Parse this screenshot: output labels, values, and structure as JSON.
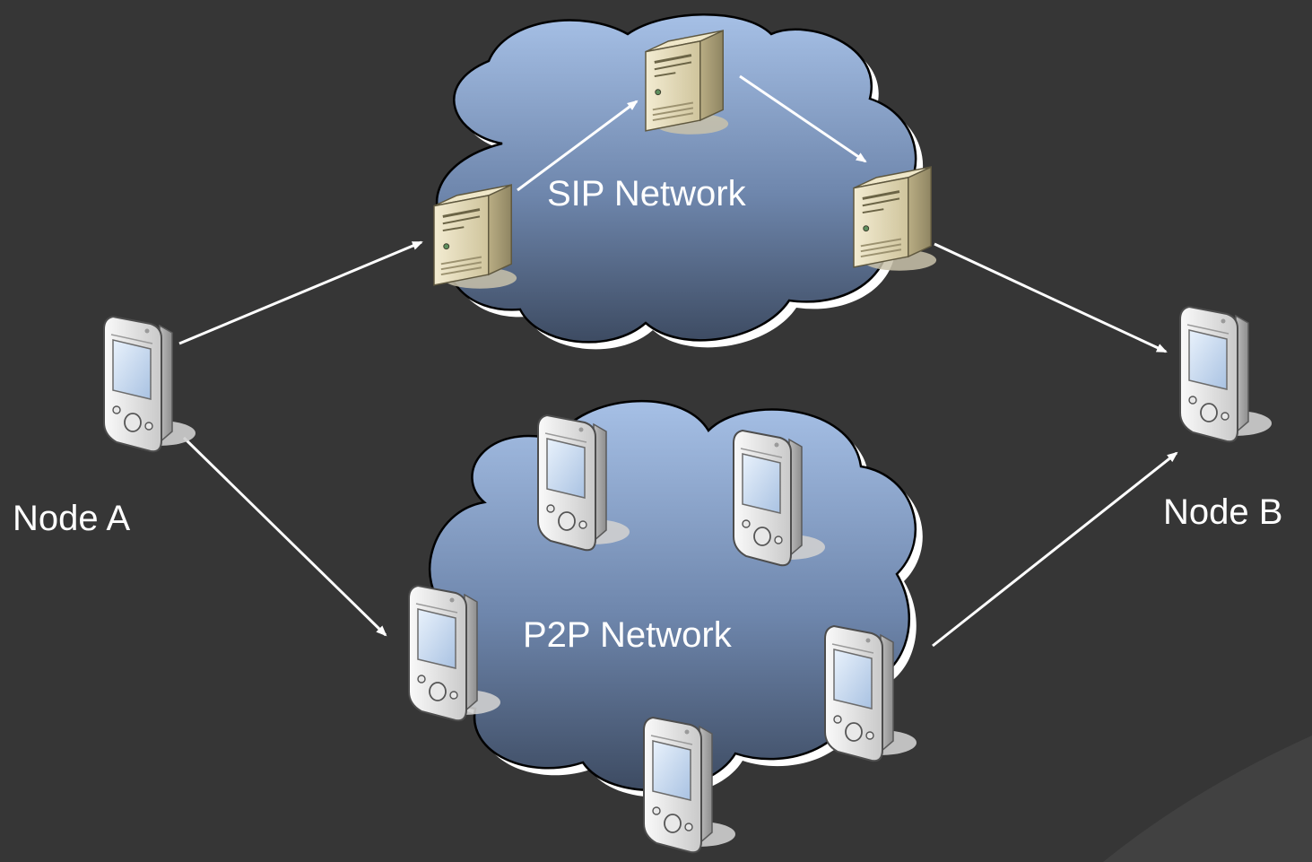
{
  "labels": {
    "node_a": "Node A",
    "node_b": "Node B",
    "sip_network": "SIP Network",
    "p2p_network": "P2P Network"
  },
  "colors": {
    "background": "#363636",
    "arrow": "#ffffff",
    "cloud_top": "#9fb8dc",
    "cloud_bottom": "#3f4e67",
    "server_body": "#ddd3ad",
    "device_body": "#e6e6e6",
    "device_screen": "#cfe0f4"
  },
  "icons": {
    "server": "server-icon",
    "device": "handheld-device-icon",
    "cloud": "cloud-icon"
  }
}
